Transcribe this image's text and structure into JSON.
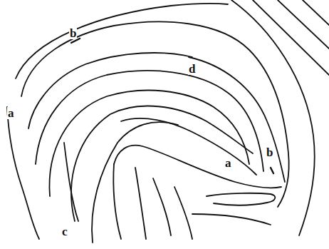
{
  "diagram": {
    "labels": [
      "b",
      "a",
      "d",
      "a",
      "b",
      "c"
    ]
  }
}
